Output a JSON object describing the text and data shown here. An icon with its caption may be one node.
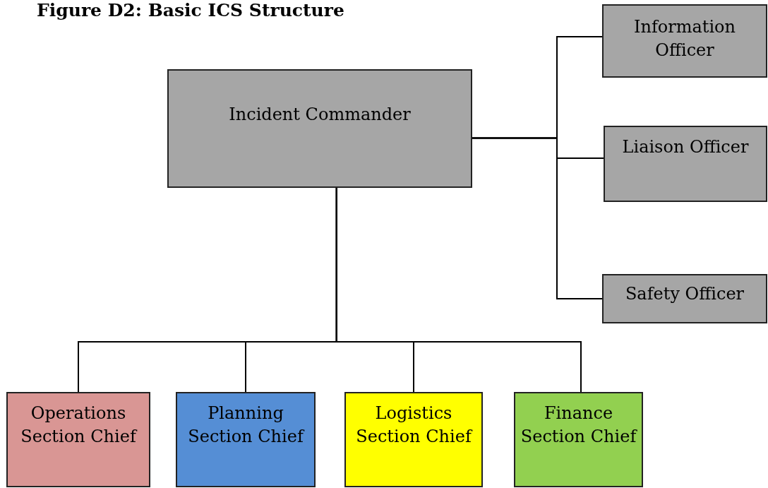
{
  "diagram": {
    "title": "Figure D2: Basic ICS Structure",
    "nodes": [
      {
        "text": [
          "Incident Commander"
        ]
      },
      {
        "text": [
          "Information Officer"
        ]
      },
      {
        "text": [
          "Liaison Officer"
        ]
      },
      {
        "text": [
          "Safety Officer"
        ]
      },
      {
        "text": [
          "Operations Section Chief"
        ]
      },
      {
        "text": [
          "Planning Section Chief"
        ]
      },
      {
        "text": [
          "Logistics Section Chief"
        ]
      },
      {
        "text": [
          "Finance Section Chief"
        ]
      }
    ],
    "edges": [
      {
        "from": 0,
        "to": 1,
        "arrow": "none"
      },
      {
        "from": 0,
        "to": 2,
        "arrow": "none"
      },
      {
        "from": 0,
        "to": 3,
        "arrow": "none"
      },
      {
        "from": 0,
        "to": 4,
        "arrow": "none"
      },
      {
        "from": 0,
        "to": 5,
        "arrow": "none"
      },
      {
        "from": 0,
        "to": 6,
        "arrow": "none"
      },
      {
        "from": 0,
        "to": 7,
        "arrow": "none"
      }
    ]
  }
}
